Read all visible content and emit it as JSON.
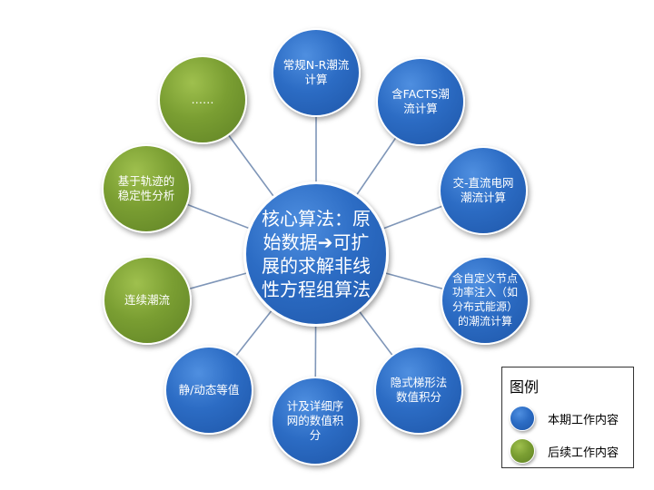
{
  "center": {
    "text": "核心算法：原始数据➔可扩展的求解非线性方程组算法"
  },
  "nodes": [
    {
      "text": "常规N-R潮流计算",
      "kind": "current"
    },
    {
      "text": "含FACTS潮流计算",
      "kind": "current"
    },
    {
      "text": "交-直流电网潮流计算",
      "kind": "current"
    },
    {
      "text": "含自定义节点功率注入（如分布式能源）的潮流计算",
      "kind": "current"
    },
    {
      "text": "隐式梯形法数值积分",
      "kind": "current"
    },
    {
      "text": "计及详细序网的数值积分",
      "kind": "current"
    },
    {
      "text": "静/动态等值",
      "kind": "current"
    },
    {
      "text": "连续潮流",
      "kind": "future"
    },
    {
      "text": "基于轨迹的稳定性分析",
      "kind": "future"
    },
    {
      "text": "……",
      "kind": "future"
    }
  ],
  "legend": {
    "title": "图例",
    "items": [
      {
        "label": "本期工作内容",
        "kind": "current"
      },
      {
        "label": "后续工作内容",
        "kind": "future"
      }
    ]
  },
  "colors": {
    "current": "#2c6cc4",
    "future": "#7a9e32",
    "connector": "#7f96b8"
  }
}
